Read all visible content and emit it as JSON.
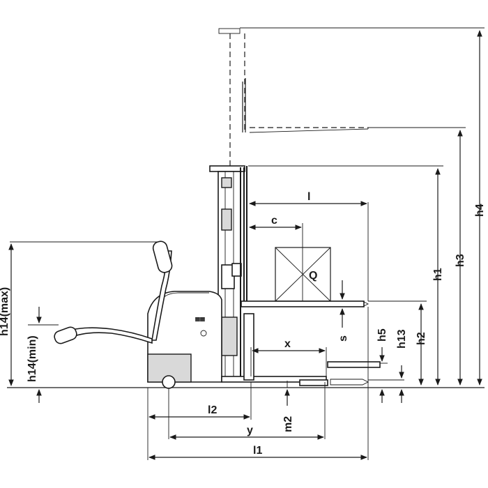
{
  "labels": {
    "h14max": "h14(max)",
    "h14min": "h14(min)",
    "l": "l",
    "c": "c",
    "Q": "Q",
    "x": "x",
    "s": "s",
    "h5": "h5",
    "h13": "h13",
    "h2": "h2",
    "h1": "h1",
    "h3": "h3",
    "h4": "h4",
    "l2": "l2",
    "m2": "m2",
    "y": "y",
    "l1": "l1"
  },
  "line_color": "#1a1a1a"
}
